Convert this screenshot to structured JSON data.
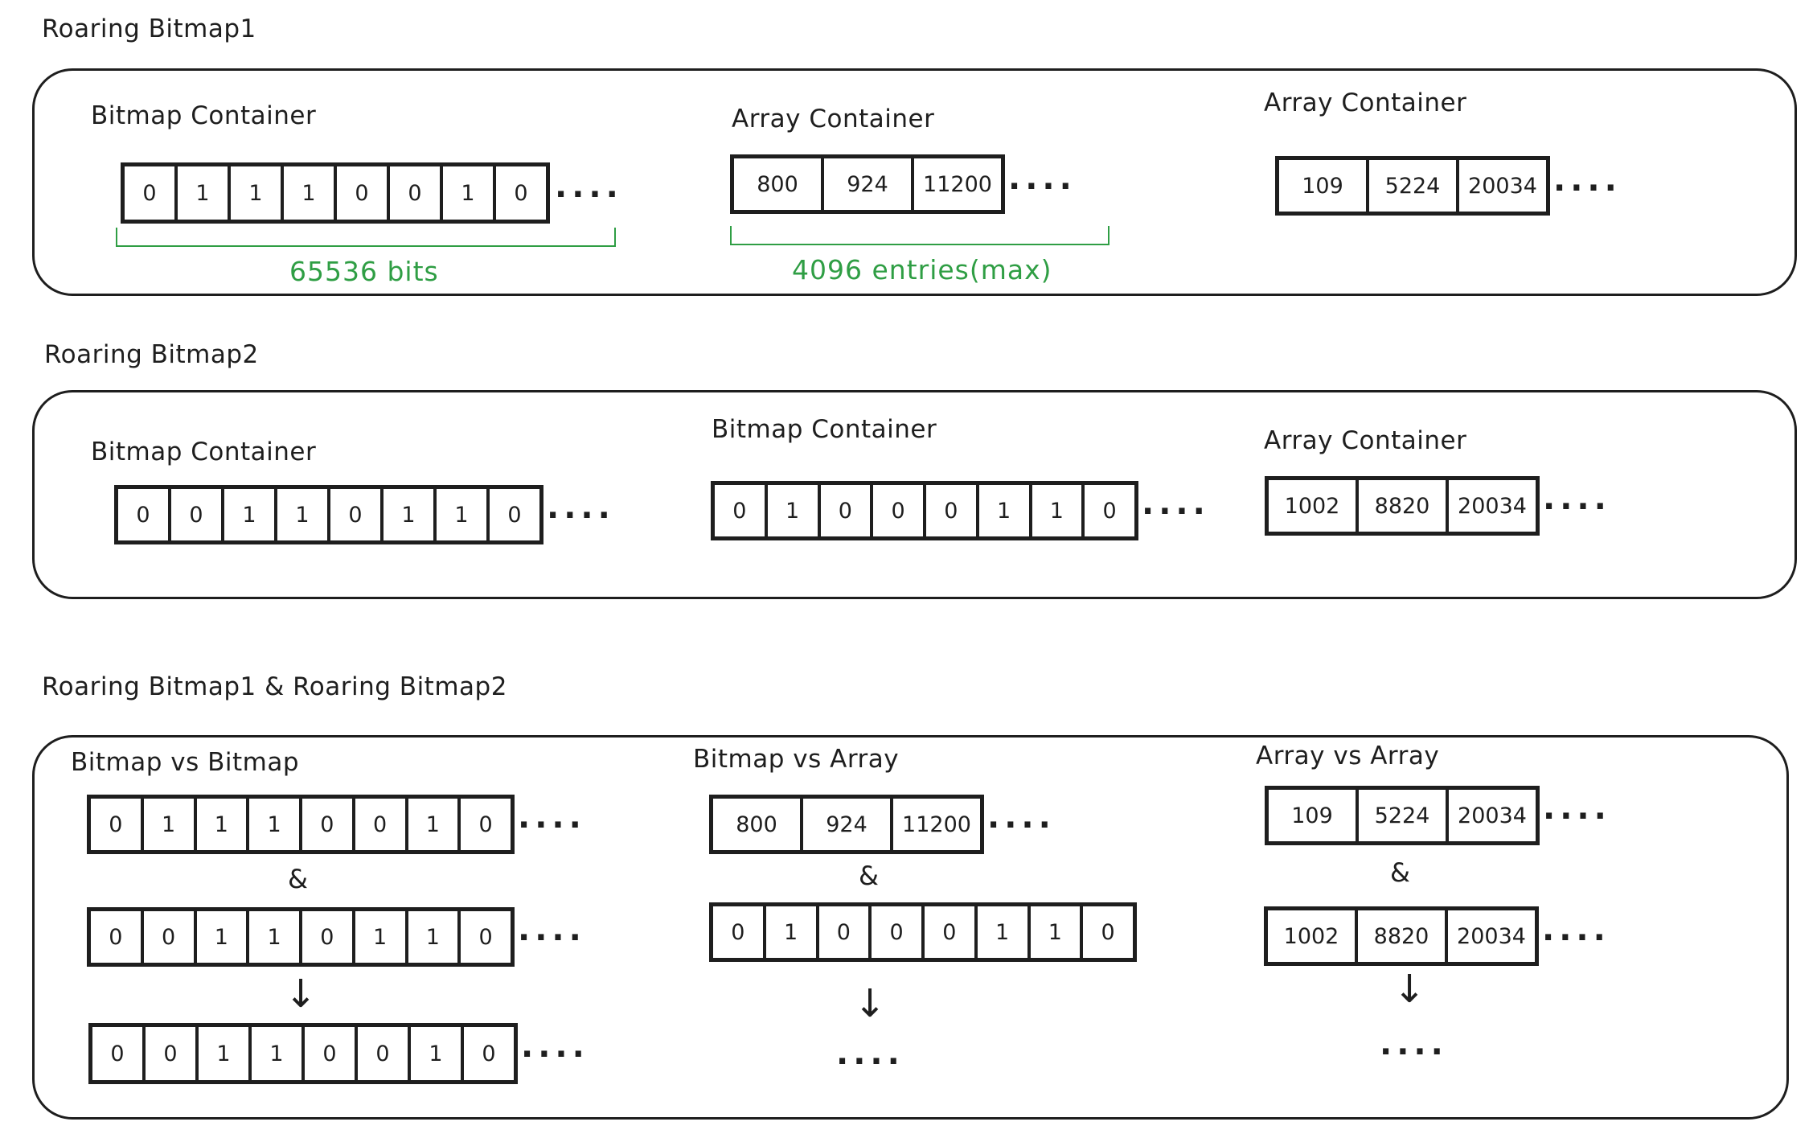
{
  "rb1": {
    "title": "Roaring Bitmap1",
    "c1_label": "Bitmap Container",
    "c1_bits": [
      "0",
      "1",
      "1",
      "1",
      "0",
      "0",
      "1",
      "0"
    ],
    "c2_label": "Array Container",
    "c2_values": [
      "800",
      "924",
      "11200"
    ],
    "c3_label": "Array Container",
    "c3_values": [
      "109",
      "5224",
      "20034"
    ],
    "bits_note": "65536 bits",
    "entries_note": "4096 entries(max)"
  },
  "rb2": {
    "title": "Roaring Bitmap2",
    "c1_label": "Bitmap Container",
    "c1_bits": [
      "0",
      "0",
      "1",
      "1",
      "0",
      "1",
      "1",
      "0"
    ],
    "c2_label": "Bitmap Container",
    "c2_bits": [
      "0",
      "1",
      "0",
      "0",
      "0",
      "1",
      "1",
      "0"
    ],
    "c3_label": "Array Container",
    "c3_values": [
      "1002",
      "8820",
      "20034"
    ]
  },
  "and_section": {
    "title": "Roaring Bitmap1 & Roaring Bitmap2",
    "col1_label": "Bitmap vs Bitmap",
    "col1_top": [
      "0",
      "1",
      "1",
      "1",
      "0",
      "0",
      "1",
      "0"
    ],
    "col1_bottom": [
      "0",
      "0",
      "1",
      "1",
      "0",
      "1",
      "1",
      "0"
    ],
    "col1_result": [
      "0",
      "0",
      "1",
      "1",
      "0",
      "0",
      "1",
      "0"
    ],
    "col2_label": "Bitmap vs Array",
    "col2_top": [
      "800",
      "924",
      "11200"
    ],
    "col2_bottom": [
      "0",
      "1",
      "0",
      "0",
      "0",
      "1",
      "1",
      "0"
    ],
    "col3_label": "Array vs Array",
    "col3_top": [
      "109",
      "5224",
      "20034"
    ],
    "col3_bottom": [
      "1002",
      "8820",
      "20034"
    ],
    "and_symbol": "&",
    "arrow_symbol": "↓",
    "ellipsis": "····"
  },
  "colors": {
    "stroke": "#1e1e1e",
    "annotation": "#2f9e44"
  }
}
